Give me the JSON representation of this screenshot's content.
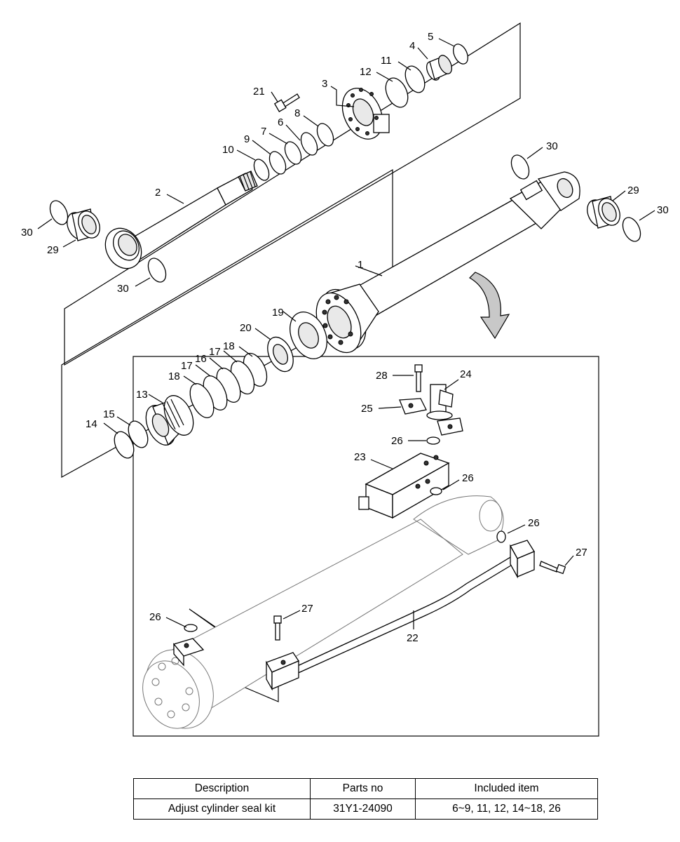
{
  "callouts": {
    "c1": "1",
    "c2": "2",
    "c3": "3",
    "c4": "4",
    "c5": "5",
    "c6": "6",
    "c7": "7",
    "c8": "8",
    "c9": "9",
    "c10": "10",
    "c11": "11",
    "c12": "12",
    "c13": "13",
    "c14": "14",
    "c15": "15",
    "c16": "16",
    "c17a": "17",
    "c17b": "17",
    "c18a": "18",
    "c18b": "18",
    "c19": "19",
    "c20": "20",
    "c21": "21",
    "c22": "22",
    "c23": "23",
    "c24": "24",
    "c25": "25",
    "c26a": "26",
    "c26b": "26",
    "c26c": "26",
    "c26d": "26",
    "c27a": "27",
    "c27b": "27",
    "c28": "28",
    "c29a": "29",
    "c29b": "29",
    "c30a": "30",
    "c30b": "30",
    "c30c": "30",
    "c30d": "30"
  },
  "kit_table": {
    "headers": [
      "Description",
      "Parts no",
      "Included item"
    ],
    "row": [
      "Adjust cylinder seal kit",
      "31Y1-24090",
      "6~9, 11, 12, 14~18, 26"
    ]
  }
}
